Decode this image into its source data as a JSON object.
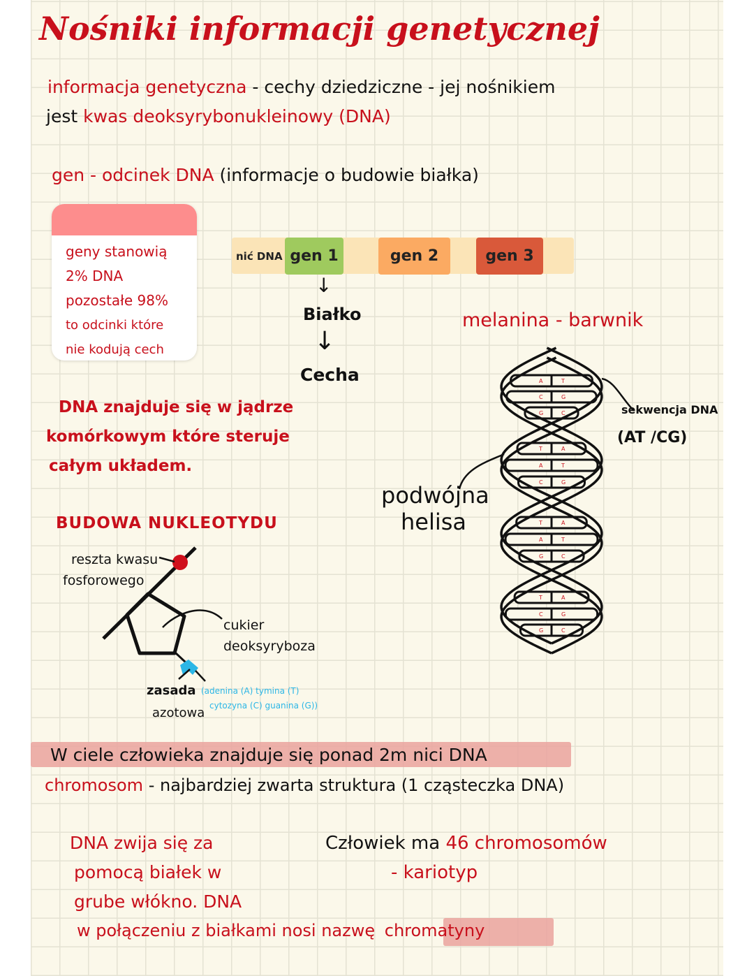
{
  "title": "Nośniki informacji genetycznej",
  "intro": {
    "term": "informacja genetyczna",
    "sep": "-",
    "text1": "cechy dziedziczne - jej nośnikiem",
    "text2_prefix": "jest",
    "text2_term": "kwas deoksyrybonukleinowy (DNA)"
  },
  "gene_def": {
    "term": "gen - odcinek DNA",
    "text": "(informacje o budowie białka)"
  },
  "note_card": {
    "lines": [
      "geny stanowią",
      "2% DNA",
      "pozostałe 98%",
      "to odcinki które",
      "nie kodują cech"
    ]
  },
  "strand": {
    "label": "nić DNA",
    "genes": [
      {
        "label": "gen 1",
        "color": "#9fca5e"
      },
      {
        "label": "gen 2",
        "color": "#fbaa62"
      },
      {
        "label": "gen 3",
        "color": "#d9593a"
      }
    ],
    "color": "#fbe4b7"
  },
  "flow": {
    "arrow": "↓",
    "protein": "Białko",
    "trait": "Cecha"
  },
  "melanin": "melanina - barwnik",
  "nucleus_text": [
    "DNA znajduje się w jądrze",
    "komórkowym które steruje",
    "całym układem."
  ],
  "helix": {
    "label_line1": "podwójna",
    "label_line2": "helisa",
    "sequence_label": "sekwencja DNA",
    "pairs_label": "(AT /CG)",
    "base_pairs": [
      [
        "A",
        "T"
      ],
      [
        "C",
        "G"
      ],
      [
        "G",
        "C"
      ],
      [
        "T",
        "A"
      ],
      [
        "A",
        "T"
      ],
      [
        "C",
        "G"
      ],
      [
        "T",
        "A"
      ],
      [
        "A",
        "T"
      ],
      [
        "G",
        "C"
      ],
      [
        "T",
        "A"
      ],
      [
        "C",
        "G"
      ],
      [
        "G",
        "C"
      ]
    ]
  },
  "nucleotide": {
    "heading": "BUDOWA NUKLEOTYDU",
    "phosphate_1": "reszta kwasu",
    "phosphate_2": "fosforowego",
    "sugar_1": "cukier",
    "sugar_2": "deoksyryboza",
    "base_1": "zasada",
    "base_2": "azotowa",
    "bases_line1": "(adenina (A) tymina (T)",
    "bases_line2": "cytozyna (C) guanina (G))",
    "phosphate_color": "#d0101c",
    "base_color": "#2bb6e6"
  },
  "dna_length": "W ciele człowieka znajduje się ponad 2m nici DNA",
  "chromosome": {
    "term": "chromosom",
    "text": "- najbardziej zwarta struktura (1 cząsteczka DNA)"
  },
  "coiling": {
    "lines": [
      "DNA zwija się za",
      "pomocą białek w",
      "grube włókno. DNA"
    ],
    "last_prefix": "w połączeniu z białkami nosi nazwę",
    "last_term": "chromatyny"
  },
  "karyotype": {
    "prefix": "Człowiek ma",
    "count": "46 chromosomów",
    "term": "- kariotyp"
  },
  "highlight_color": "#eaa39d",
  "accent_color": "#c8101c"
}
